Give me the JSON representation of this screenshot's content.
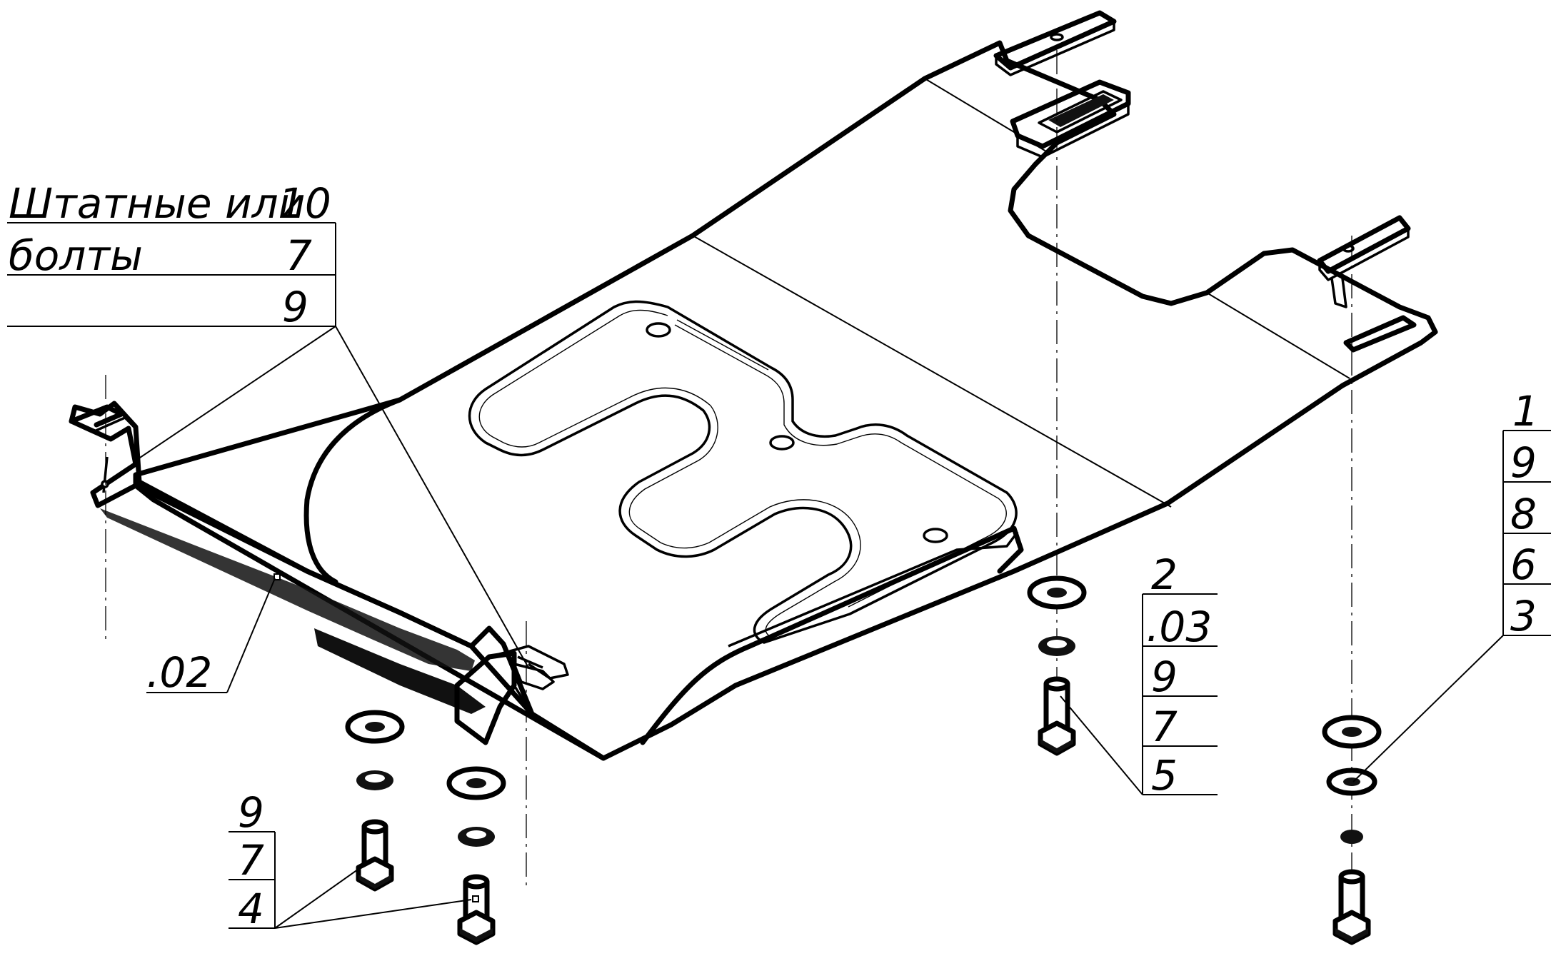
{
  "callouts": {
    "top_left": {
      "row1_text": "Штатные или",
      "row1_num": "10",
      "row2_text": "болты",
      "row2_num": "7",
      "row3_num": "9"
    },
    "part_02": ".02",
    "center": [
      "2",
      ".03",
      "9",
      "7",
      "5"
    ],
    "right": [
      "1",
      "9",
      "8",
      "6",
      "3"
    ],
    "bottom_left": [
      "9",
      "7",
      "4"
    ]
  }
}
